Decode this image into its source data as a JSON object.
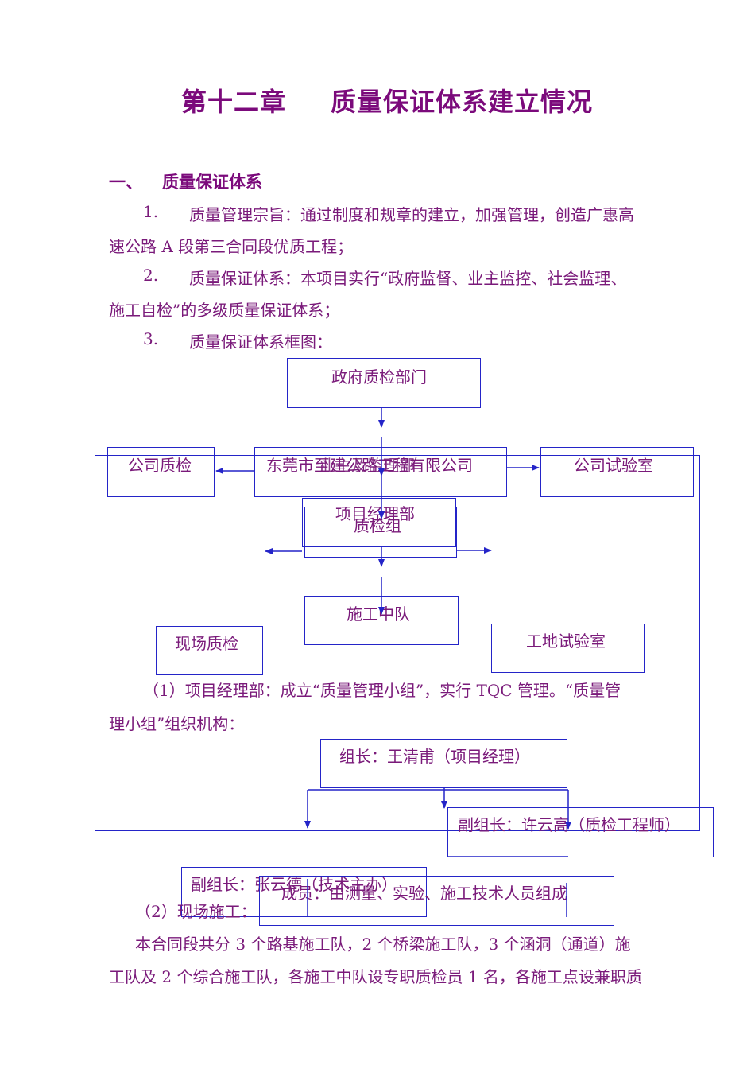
{
  "title": {
    "chapter": "第十二章",
    "name": "质量保证体系建立情况"
  },
  "section1": {
    "num": "一、",
    "heading": "质量保证体系"
  },
  "items": [
    {
      "num": "1.",
      "line1": "质量管理宗旨：通过制度和规章的建立，加强管理，创造广惠高",
      "line2": "速公路 A 段第三合同段优质工程；"
    },
    {
      "num": "2.",
      "line1": "质量保证体系：本项目实行“政府监督、业主监控、社会监理、",
      "line2": "施工自检”的多级质量保证体系；"
    },
    {
      "num": "3.",
      "line1": "质量保证体系框图："
    }
  ],
  "chart1": {
    "gov": "政府质检部门",
    "company_qc": "公司质检",
    "company": "东莞市至建公路工程有限公司",
    "supervision": "业主及监理部",
    "company_lab": "公司试验室",
    "pm": "项目经理部",
    "qc_group": "质检组",
    "team": "施工中队",
    "site_qc": "现场质检",
    "site_lab": "工地试验室"
  },
  "para1": {
    "line1": "（1）项目经理部：成立“质量管理小组”，实行 TQC 管理。“质量管",
    "line2": "理小组”组织机构："
  },
  "chart2": {
    "leader": "组长：王清甫（项目经理）",
    "deputy1": "副组长：许云高（质检工程师）",
    "deputy2": "副组长：张云德（技术主办）",
    "members": "成员：由测量、实验、施工技术人员组成"
  },
  "para2": {
    "heading": "（2）现场施工：",
    "line1": "本合同段共分 3 个路基施工队，2 个桥梁施工队，3 个涵洞（通道）施",
    "line2": "工队及 2 个综合施工队，各施工中队设专职质检员 1 名，各施工点设兼职质"
  }
}
